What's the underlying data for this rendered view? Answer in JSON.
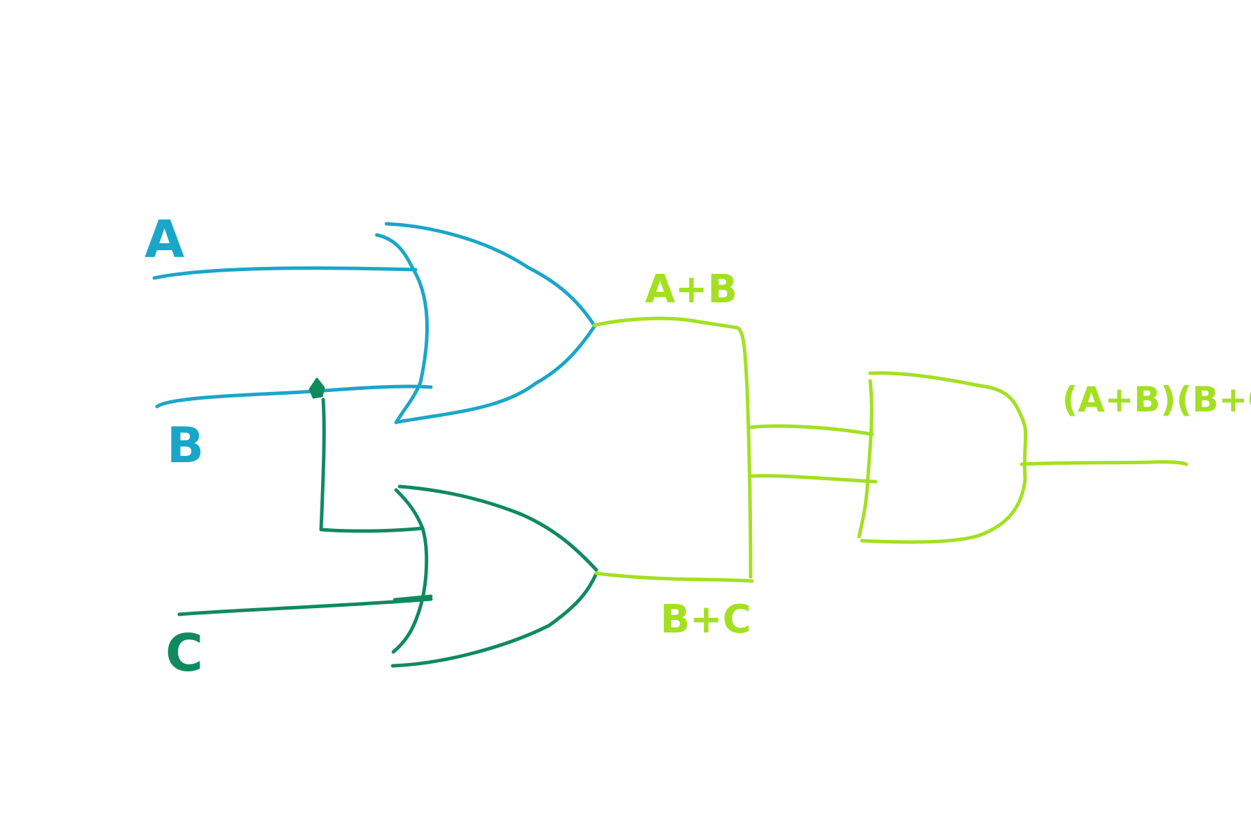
{
  "colors": {
    "blue": "#1aa6c9",
    "dark_green": "#0f8a5f",
    "lime": "#a3e022",
    "background": "#ffffff"
  },
  "labels": {
    "input_a": "A",
    "input_b": "B",
    "input_c": "C",
    "or1_output": "A+B",
    "or2_output": "B+C",
    "final_output": "(A+B)(B+C)"
  },
  "gates": [
    {
      "name": "or-gate-1",
      "type": "OR",
      "inputs": [
        "A",
        "B"
      ],
      "output": "A+B"
    },
    {
      "name": "or-gate-2",
      "type": "OR",
      "inputs": [
        "B",
        "C"
      ],
      "output": "B+C"
    },
    {
      "name": "and-gate",
      "type": "AND",
      "inputs": [
        "A+B",
        "B+C"
      ],
      "output": "(A+B)(B+C)"
    }
  ]
}
